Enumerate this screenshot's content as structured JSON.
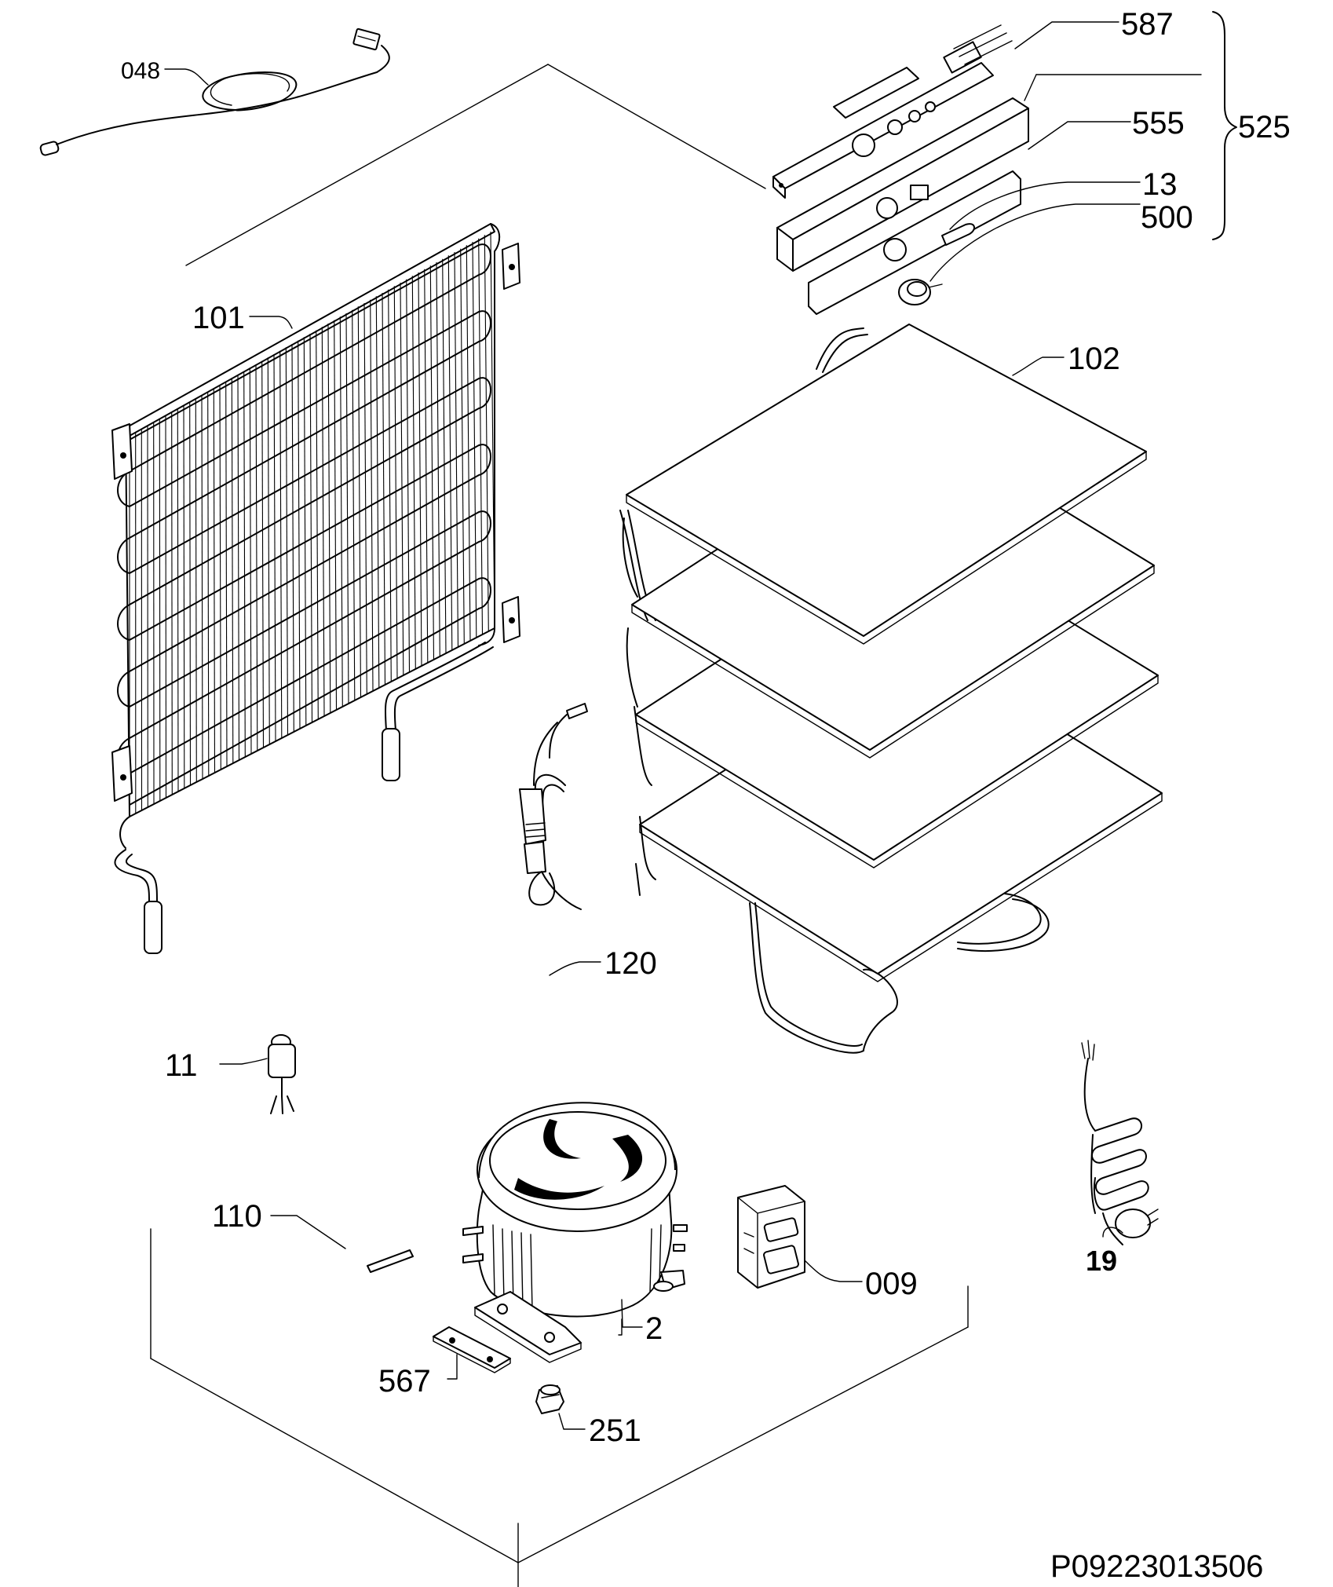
{
  "drawing_code": "P09223013506",
  "callouts": {
    "p048": "048",
    "p587": "587",
    "p555": "555",
    "p13": "13",
    "p500": "500",
    "p525": "525",
    "p101": "101",
    "p102": "102",
    "p120": "120",
    "p11": "11",
    "p110": "110",
    "p009": "009",
    "p2": "2",
    "p19": "19",
    "p567": "567",
    "p251": "251"
  }
}
